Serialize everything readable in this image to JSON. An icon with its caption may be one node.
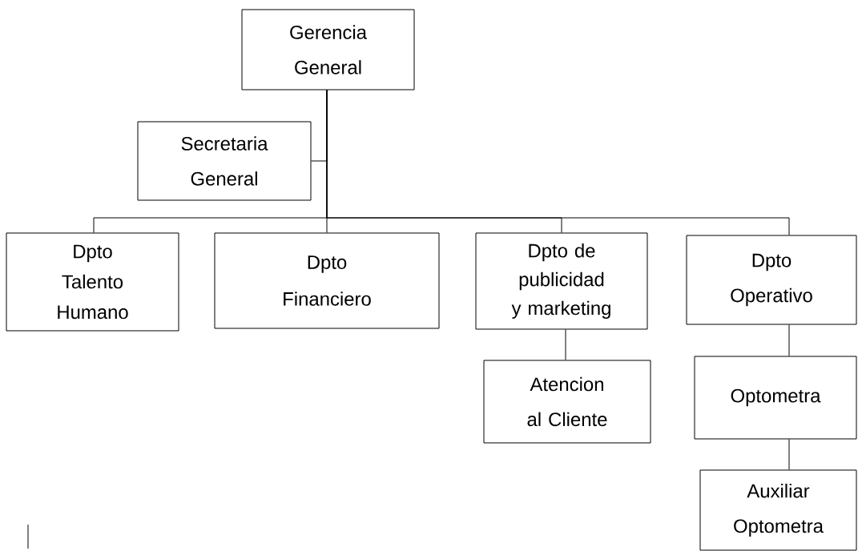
{
  "diagram": {
    "nodes": [
      {
        "text": [
          "Gerencia General"
        ]
      },
      {
        "text": [
          "Secretaria General"
        ]
      },
      {
        "text": [
          "Dpto Talento Humano"
        ]
      },
      {
        "text": [
          "Dpto Financiero"
        ]
      },
      {
        "text": [
          "Dpto de publicidad y marketing"
        ]
      },
      {
        "text": [
          "Dpto Operativo"
        ]
      },
      {
        "text": [
          "Atencion al Cliente"
        ]
      },
      {
        "text": [
          "Optometra"
        ]
      },
      {
        "text": [
          "Auxiliar Optometra"
        ]
      }
    ],
    "edges": [
      {
        "from": 0,
        "to": 1,
        "arrow": "none"
      },
      {
        "from": 0,
        "to": 2,
        "arrow": "none"
      },
      {
        "from": 0,
        "to": 3,
        "arrow": "none"
      },
      {
        "from": 0,
        "to": 4,
        "arrow": "none"
      },
      {
        "from": 0,
        "to": 5,
        "arrow": "none"
      },
      {
        "from": 4,
        "to": 6,
        "arrow": "none"
      },
      {
        "from": 5,
        "to": 7,
        "arrow": "none"
      },
      {
        "from": 7,
        "to": 8,
        "arrow": "none"
      }
    ]
  }
}
